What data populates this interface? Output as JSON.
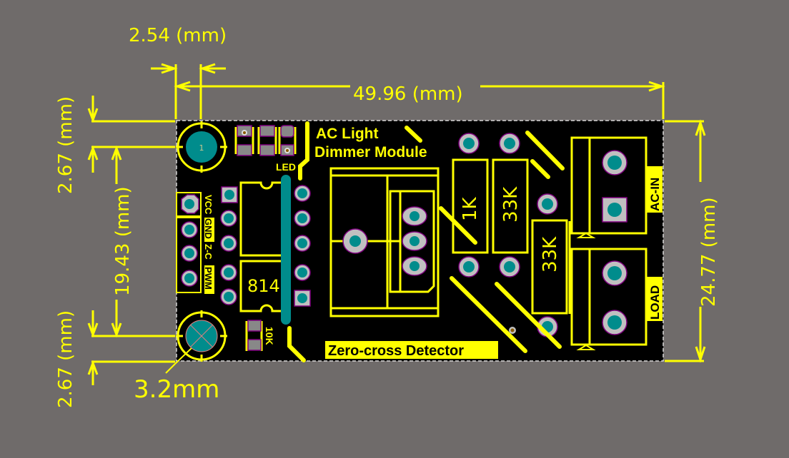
{
  "dimensions": {
    "pin_pitch": "2.54  (mm)",
    "board_width": "49.96 (mm)",
    "board_height": "24.77 (mm)",
    "hole_spacing": "19.43 (mm)",
    "top_offset": "2.67 (mm)",
    "bottom_offset": "2.67 (mm)",
    "hole_diameter": "3.2mm"
  },
  "silkscreen": {
    "title_line1": "AC Light",
    "title_line2": "Dimmer Module",
    "led_label": "LED",
    "zero_cross": "Zero-cross Detector",
    "ac_in": "AC-IN",
    "load": "LOAD",
    "header_pins": [
      "VCC",
      "GND",
      "Z-C",
      "PWM"
    ],
    "ic_label": "814",
    "r_10k": "10K",
    "r_1k": "1K",
    "r_33k_a": "33K",
    "r_33k_b": "33K",
    "mount_hole_number": "1"
  },
  "colors": {
    "background": "#6f6b6a",
    "board": "#000000",
    "silk": "#ffff00",
    "copper": "#008c8c",
    "pad": "#c0c0c0",
    "pad_outline": "#800080"
  }
}
